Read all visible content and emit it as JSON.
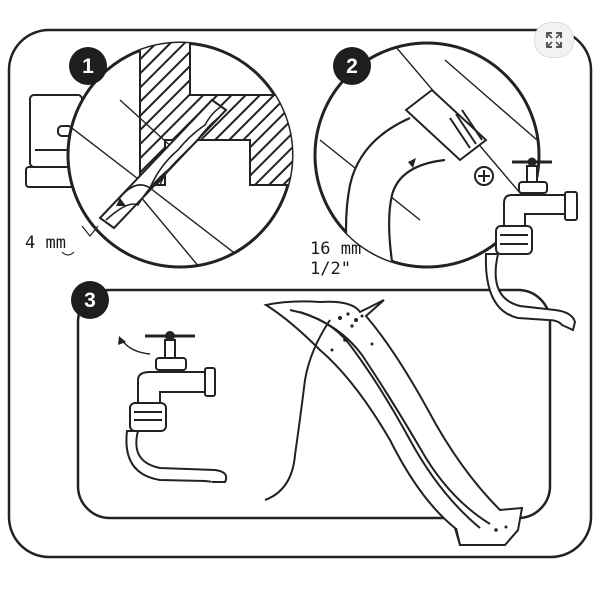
{
  "steps": [
    {
      "number": "1"
    },
    {
      "number": "2"
    },
    {
      "number": "3"
    }
  ],
  "labels": {
    "drill_size": "4 mm",
    "hose_size_mm": "16 mm",
    "hose_size_inch": "1/2\""
  },
  "icons": {
    "expand": "expand-icon"
  }
}
